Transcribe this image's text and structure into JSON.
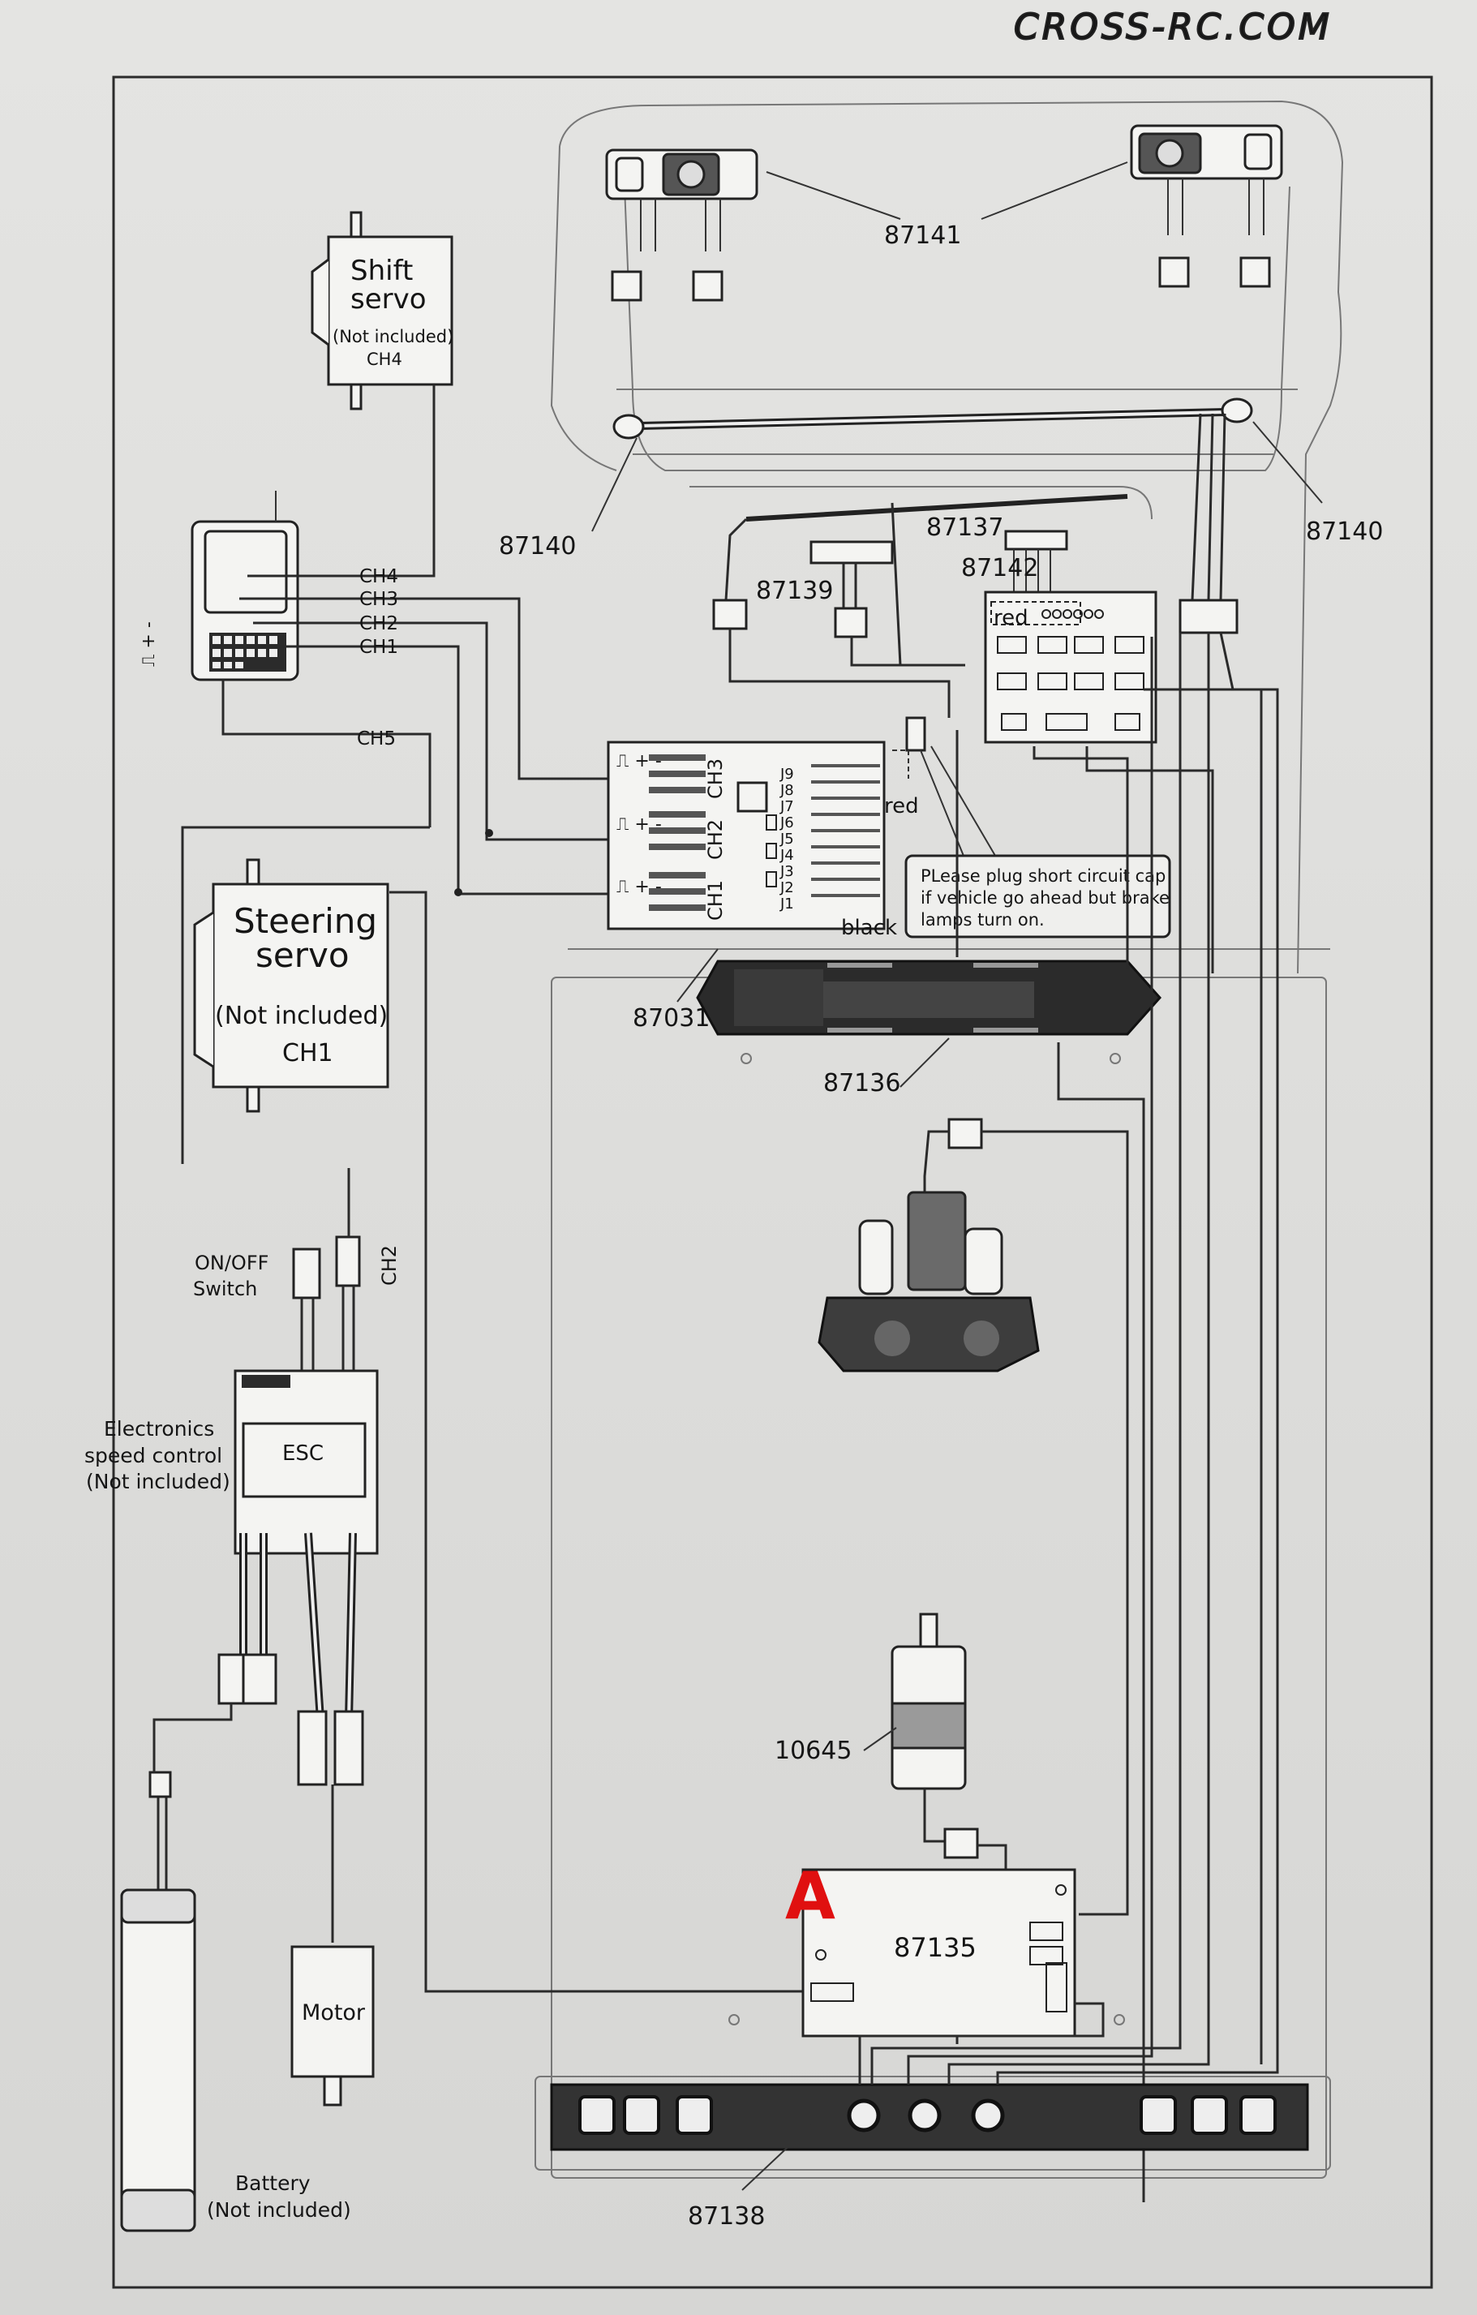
{
  "brand": "CROSS-RC.COM",
  "marker": {
    "letter": "A",
    "color": "#e01010"
  },
  "labels": {
    "shift_servo_title": "Shift",
    "shift_servo_title2": "servo",
    "shift_servo_note": "(Not included)",
    "shift_servo_ch": "CH4",
    "steering_title": "Steering",
    "steering_title2": "servo",
    "steering_note": "(Not included)",
    "steering_ch": "CH1",
    "rx_ch4": "CH4",
    "rx_ch3": "CH3",
    "rx_ch2": "CH2",
    "rx_ch1": "CH1",
    "rx_ch5": "CH5",
    "board_ch3": "CH3",
    "board_ch2": "CH2",
    "board_ch1": "CH1",
    "j9": "J9",
    "j8": "J8",
    "j7": "J7",
    "j6": "J6",
    "j5": "J5",
    "j4": "J4",
    "j3": "J3",
    "j2": "J2",
    "j1": "J1",
    "red1": "red",
    "red2": "red",
    "black": "black",
    "note_line1": "PLease plug short circuit cap",
    "note_line2": "if vehicle go ahead but brake",
    "note_line3": "lamps turn on.",
    "onoff1": "ON/OFF",
    "onoff2": "Switch",
    "esc_ch2": "CH2",
    "esc1": "Electronics",
    "esc2": "speed control",
    "esc3": "(Not included)",
    "esc_box": "ESC",
    "motor": "Motor",
    "battery1": "Battery",
    "battery2": "(Not included)"
  },
  "parts": {
    "p87141": "87141",
    "p87140_left": "87140",
    "p87140_right": "87140",
    "p87137": "87137",
    "p87142": "87142",
    "p87139": "87139",
    "p87031": "87031",
    "p87136": "87136",
    "p10645": "10645",
    "p87135": "87135",
    "p87138": "87138"
  }
}
